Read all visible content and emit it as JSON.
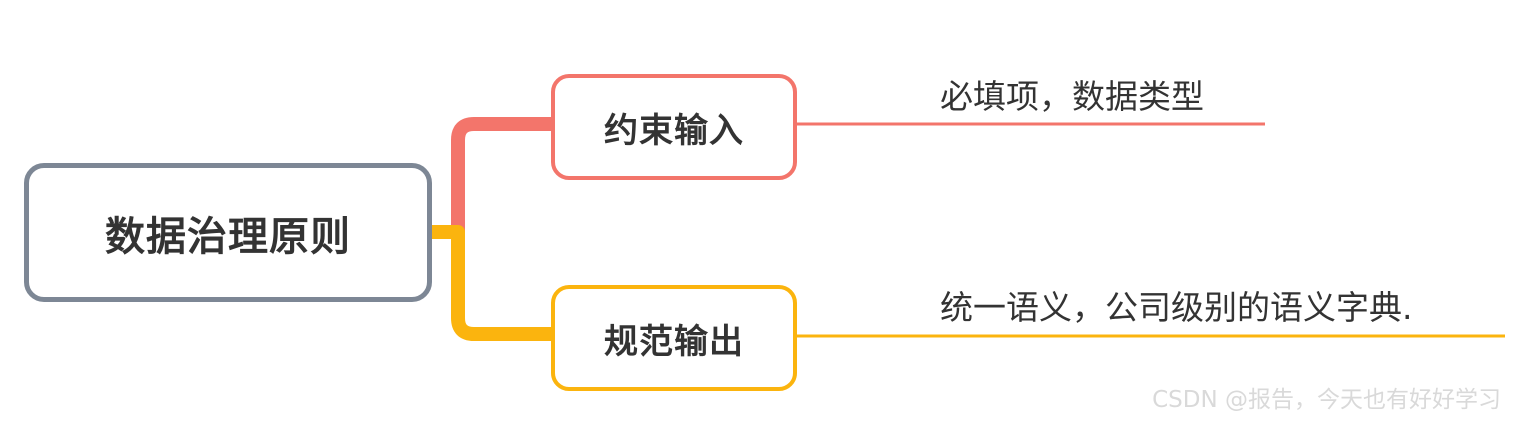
{
  "root": {
    "label": "数据治理原则",
    "border_color": "#7d8795"
  },
  "branches": [
    {
      "label": "约束输入",
      "color": "#f3756b",
      "leaf": "必填项，数据类型"
    },
    {
      "label": "规范输出",
      "color": "#fbb40e",
      "leaf": "统一语义，公司级别的语义字典."
    }
  ],
  "watermark": "CSDN @报告，今天也有好好学习"
}
